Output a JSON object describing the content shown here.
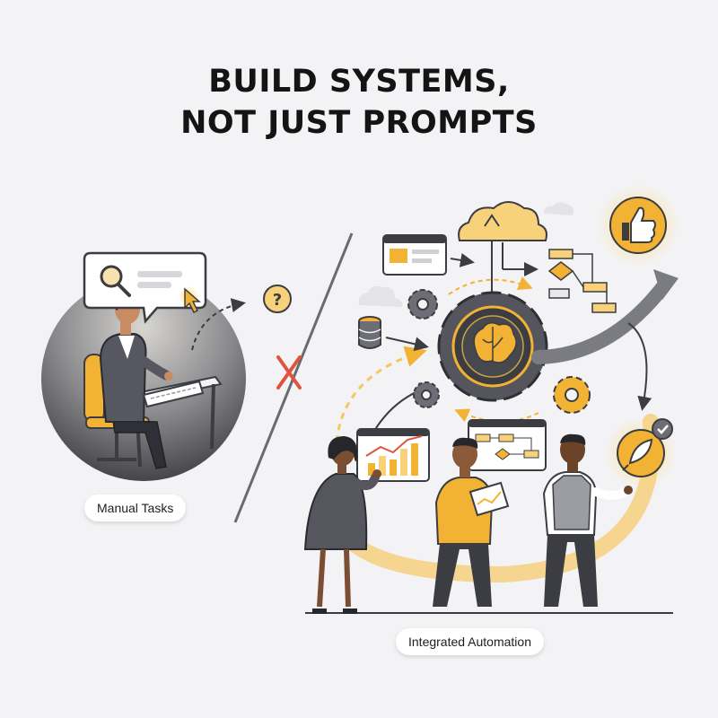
{
  "title": {
    "line1": "BUILD SYSTEMS,",
    "line2": "NOT JUST PROMPTS"
  },
  "labels": {
    "manual": "Manual Tasks",
    "automation": "Integrated Automation"
  },
  "icons": {
    "question": "?",
    "names": [
      "search-icon",
      "cursor-icon",
      "question-icon",
      "cross-icon",
      "cloud-icon",
      "gear-icon",
      "brain-icon",
      "database-icon",
      "thumbs-up-icon",
      "rocket-icon",
      "check-icon",
      "flowchart-icon",
      "bar-chart-icon",
      "browser-window-icon",
      "tablet-icon"
    ]
  },
  "colors": {
    "accent": "#f2b233",
    "accent_light": "#f8d27a",
    "dark": "#3c3d42",
    "danger": "#e0533f",
    "background": "#f3f3f5"
  }
}
